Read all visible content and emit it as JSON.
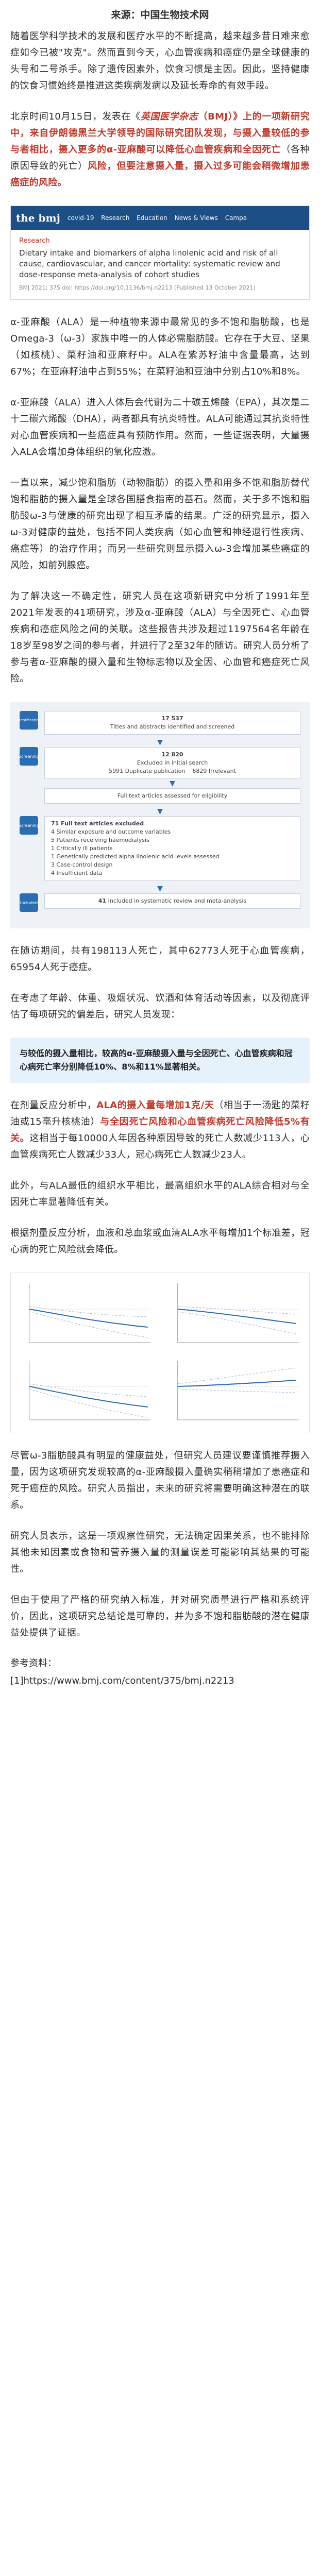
{
  "source": "来源：中国生物技术网",
  "paragraphs": {
    "p1": "随着医学科学技术的发展和医疗水平的不断提高，越来越多昔日难来愈症如今已被\"攻克\"。然而直到今天，心血管疾病和癌症仍是全球健康的头号和二号杀手。除了遗传因素外，饮食习惯是主因。因此，坚持健康的饮食习惯始终是推进这类疾病发病以及延长寿命的有效手段。",
    "p2_a": "北京时间10月15日，发表在《",
    "p2_journal": "英国医学杂志",
    "p2_b": "（BMJ）》上的一项新研究中，来自伊朗德黑兰大学领导的国际研究团队发现，",
    "p2_red": "与摄入量较低的参与者相比，摄入更多的α-亚麻酸可以降低心血管疾病和全因死亡",
    "p2_c": "（各种原因导致的死亡）",
    "p2_d": "风险，但要注意摄入量，摄入过多可能会稍微增加患癌症的风险。",
    "p3": "α-亚麻酸（ALA）是一种植物来源中最常见的多不饱和脂肪酸，也是Omega-3（ω-3）家族中唯一的人体必需脂肪酸。它存在于大豆、坚果（如核桃）、菜籽油和亚麻籽中。ALA在紫苏籽油中含量最高，达到67%；在亚麻籽油中占到55%；在菜籽油和豆油中分别占10%和8%。",
    "p4": "α-亚麻酸（ALA）进入人体后会代谢为二十碳五烯酸（EPA），其次是二十二碳六烯酸（DHA），两者都具有抗炎特性。ALA可能通过其抗炎特性对心血管疾病和一些癌症具有预防作用。然而，一些证据表明，大量摄入ALA会增加身体组织的氧化应激。",
    "p5": "一直以来，减少饱和脂肪（动物脂肪）的摄入量和用多不饱和脂肪替代饱和脂肪的摄入量是全球各国膳食指南的基石。然而，关于多不饱和脂肪酸ω-3与健康的研究出现了相互矛盾的结果。广泛的研究显示，摄入ω-3对健康的益处，包括不同人类疾病（如心血管和神经退行性疾病、癌症等）的治疗作用；而另一些研究则显示摄入ω-3会增加某些癌症的风险，如前列腺癌。",
    "p6": "为了解决这一不确定性，研究人员在这项新研究中分析了1991年至2021年发表的41项研究，涉及α-亚麻酸（ALA）与全因死亡、心血管疾病和癌症风险之间的关联。这些报告共涉及超过1197564名年龄在18岁至98岁之间的参与者，并进行了2至32年的随访。研究人员分析了参与者α-亚麻酸的摄入量和生物标志物以及全因、心血管和癌症死亡风险。",
    "p7": "在随访期间，共有198113人死亡，其中62773人死于心血管疾病，65954人死于癌症。",
    "p8": "在考虑了年龄、体重、吸烟状况、饮酒和体育活动等因素，以及彻底评估了每项研究的偏差后，研究人员发现：",
    "p9_a": "在剂量反应分析中，",
    "p9_red": "ALA的摄入量每增加1克/天",
    "p9_b": "（相当于一汤匙的菜籽油或15毫升核桃油）",
    "p9_red2": "与全因死亡风险和心血管疾病死亡风险降低5%有关。",
    "p9_c": "这相当于每10000人年因各种原因导致的死亡人数减少113人，心血管疾病死亡人数减少33人，冠心病死亡人数减少23人。",
    "p10": "此外，与ALA最低的组织水平相比，最高组织水平的ALA综合相对与全因死亡率显著降低有关。",
    "p11": "根据剂量反应分析，血液和总血浆或血清ALA水平每增加1个标准差，冠心病的死亡风险就会降低。",
    "p12": "尽管ω-3脂肪酸具有明显的健康益处，但研究人员建议要谨慎推荐摄入量，因为这项研究发现较高的α-亚麻酸摄入量确实稍稍增加了患癌症和死于癌症的风险。研究人员指出，未来的研究将需要明确这种潜在的联系。",
    "p13": "研究人员表示，这是一项观察性研究，无法确定因果关系，也不能排除其他未知因素或食物和营养摄入量的测量误差可能影响其结果的可能性。",
    "p14": "但由于使用了严格的研究纳入标准，并对研究质量进行严格和系统评价，因此，这项研究总结论是可靠的，并为多不饱和脂肪酸的潜在健康益处提供了证据。"
  },
  "bmj": {
    "logo": "the bmj",
    "nav": [
      "covid-19",
      "Research",
      "Education",
      "News & Views",
      "Campa"
    ],
    "section": "Research",
    "title": "Dietary intake and biomarkers of alpha linolenic acid and risk of all cause, cardiovascular, and cancer mortality: systematic review and dose-response meta-analysis of cohort studies",
    "doi": "BMJ 2021; 375 doi: https://doi.org/10.1136/bmj.n2213 (Published 13 October 2021)"
  },
  "flow": {
    "label_id": "Identification",
    "label_screen": "Screening",
    "label_incl": "Included",
    "box1": "17 537",
    "box1_sub": "Titles and abstracts identified and screened",
    "box2": "12 820",
    "box2_sub": "Excluded in initial search",
    "box2_a": "5991 Duplicate publication",
    "box2_b": "6829 Irrelevant",
    "box3": "Full text articles assessed for eligibility",
    "box4": "71",
    "box4_sub": "Full text articles excluded",
    "excl": [
      "4 Similar exposure and outcome variables",
      "5 Patients receiving haemodialysis",
      "1 Critically ill patients",
      "1 Genetically predicted alpha linolenic acid levels assessed",
      "3 Case-control design",
      "4 Insufficient data"
    ],
    "box5": "41",
    "box5_sub": "Included in systematic review and meta-analysis"
  },
  "highlight": "与较低的摄入量相比，较高的α-亚麻酸摄入量与全因死亡、心血管疾病和冠心病死亡率分别降低10%、8%和11%显著相关。",
  "refs_title": "参考资料：",
  "refs": "[1]https://www.bmj.com/content/375/bmj.n2213",
  "colors": {
    "accent": "#c0392b",
    "bmj_blue": "#1c4f86",
    "highlight_bg": "#e5f2fb"
  }
}
